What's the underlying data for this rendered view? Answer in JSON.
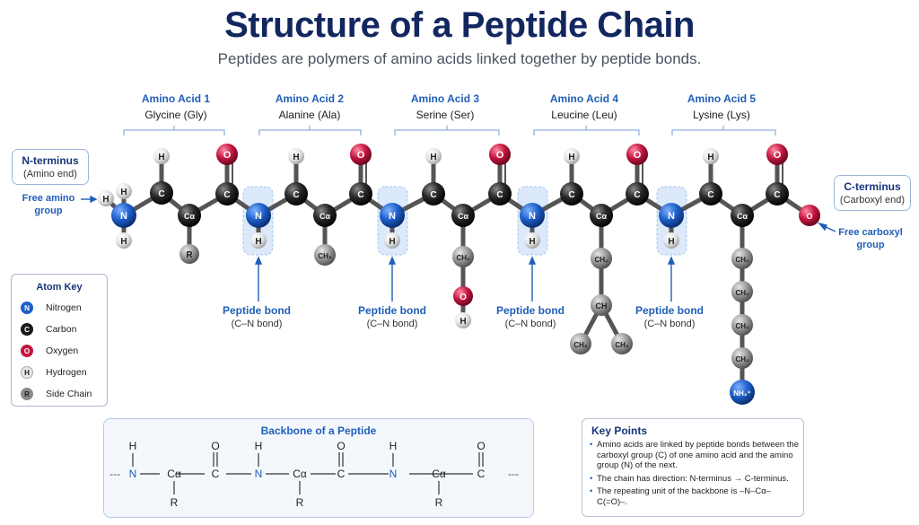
{
  "header": {
    "title": "Structure of a Peptide Chain",
    "subtitle": "Peptides are polymers of amino acids linked together by peptide bonds."
  },
  "amino_acids": [
    {
      "label": "Amino Acid 1",
      "name": "Glycine (Gly)"
    },
    {
      "label": "Amino Acid 2",
      "name": "Alanine (Ala)"
    },
    {
      "label": "Amino Acid 3",
      "name": "Serine (Ser)"
    },
    {
      "label": "Amino Acid 4",
      "name": "Leucine (Leu)"
    },
    {
      "label": "Amino Acid 5",
      "name": "Lysine (Lys)"
    }
  ],
  "n_terminus": {
    "title": "N-terminus",
    "subtitle": "(Amino end)",
    "side_label": "Free amino group"
  },
  "c_terminus": {
    "title": "C-terminus",
    "subtitle": "(Carboxyl end)",
    "side_label": "Free carboxyl group"
  },
  "peptide_bond": {
    "title": "Peptide bond",
    "subtitle": "(C–N bond)"
  },
  "atoms": {
    "N": "N",
    "C": "C",
    "O": "O",
    "H": "H",
    "R": "R",
    "Ca": "Cα",
    "CH2": "CH₂",
    "CH3": "CH₃",
    "CH": "CH",
    "NH3": "NH₃⁺"
  },
  "atom_key": {
    "title": "Atom Key",
    "items": [
      {
        "symbol": "N",
        "label": "Nitrogen",
        "color": "#1d5fc9"
      },
      {
        "symbol": "C",
        "label": "Carbon",
        "color": "#1a1a1a"
      },
      {
        "symbol": "O",
        "label": "Oxygen",
        "color": "#c4163f"
      },
      {
        "symbol": "H",
        "label": "Hydrogen",
        "color": "#e8e8e8"
      },
      {
        "symbol": "R",
        "label": "Side Chain",
        "color": "#8c8c8c"
      }
    ]
  },
  "backbone": {
    "title": "Backbone of a Peptide",
    "dash": "---"
  },
  "key_points": {
    "title": "Key Points",
    "items": [
      "Amino acids are linked by peptide bonds between the carboxyl group (C) of one amino acid and the amino group (N) of the next.",
      "The chain has direction: N-terminus → C-terminus.",
      "The repeating unit of the backbone is –N–Cα–C(=O)–."
    ]
  },
  "colors": {
    "nitrogen": "#1d5fc9",
    "carbon": "#1a1a1a",
    "oxygen": "#c4163f",
    "hydrogen": "#e8e8e8",
    "side_chain": "#8c8c8c",
    "accent": "#1f5fb8",
    "title": "#12275f",
    "peptide_highlight": "#dbe9fa"
  }
}
